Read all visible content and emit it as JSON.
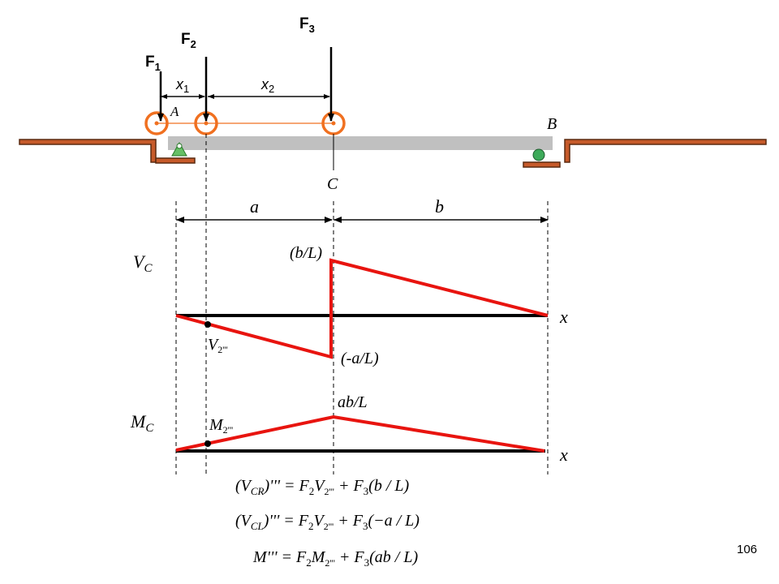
{
  "colors": {
    "beam": "#c0c0c0",
    "wall_fill": "#c65a2a",
    "wall_stroke": "#5a2a10",
    "marker": "#f07020",
    "influence": "#e8140f",
    "axis": "#000000",
    "support_pin": "#66c066",
    "support_roller": "#3daa5a"
  },
  "forces": [
    {
      "letter": "F",
      "sub": "1"
    },
    {
      "letter": "F",
      "sub": "2"
    },
    {
      "letter": "F",
      "sub": "3"
    }
  ],
  "spacings": [
    {
      "letter": "x",
      "sub": "1"
    },
    {
      "letter": "x",
      "sub": "2"
    }
  ],
  "points": {
    "A": "A",
    "B": "B",
    "C": "C"
  },
  "segments": {
    "a": "a",
    "b": "b"
  },
  "shear": {
    "label_main": "V",
    "label_sub": "C",
    "peak_label": "(b/L)",
    "trough_label": "(-a/L)",
    "point_label": "V",
    "point_sub": "2'''",
    "axis_label": "x"
  },
  "moment": {
    "label_main": "M",
    "label_sub": "C",
    "peak_label": "ab/L",
    "point_label": "M",
    "point_sub": "2'''",
    "axis_label": "x"
  },
  "equations": [
    {
      "lhs_open": "(V",
      "lhs_sub": "CR",
      "lhs_close": ")''' = F",
      "t1_sub": "2",
      "t1_mid": "V",
      "t1_mid_sub": "2'''",
      "plus": " + F",
      "t2_sub": "3",
      "tail": "(b / L)"
    },
    {
      "lhs_open": "(V",
      "lhs_sub": "CL",
      "lhs_close": ")''' = F",
      "t1_sub": "2",
      "t1_mid": "V",
      "t1_mid_sub": "2'''",
      "plus": " + F",
      "t2_sub": "3",
      "tail": "(−a / L)"
    },
    {
      "lhs_open": "M",
      "lhs_sub": "",
      "lhs_close": "''' = F",
      "t1_sub": "2",
      "t1_mid": "M",
      "t1_mid_sub": "2'''",
      "plus": " + F",
      "t2_sub": "3",
      "tail": "(ab / L)"
    }
  ],
  "page_number": "106"
}
